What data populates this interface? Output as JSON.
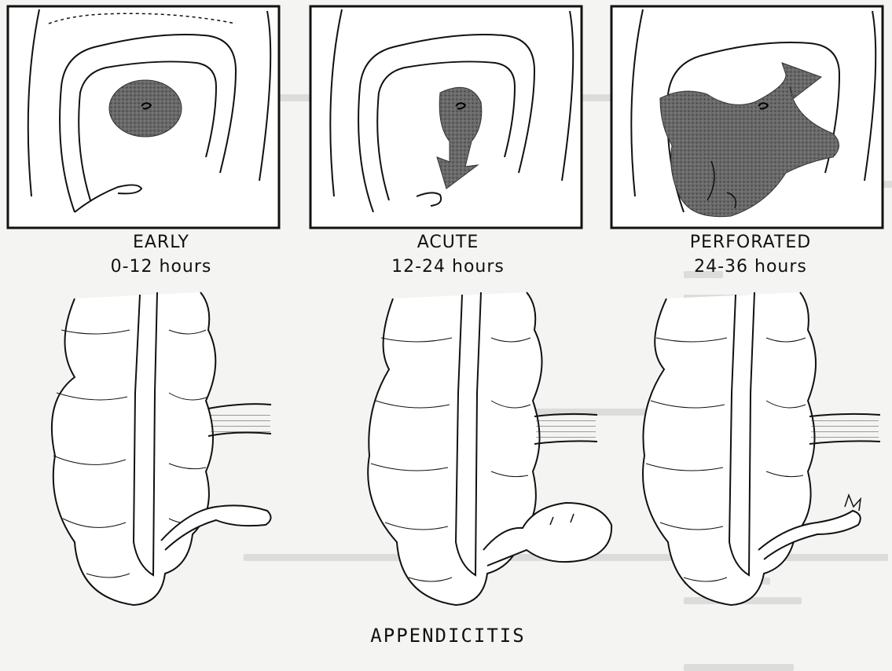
{
  "stages": [
    {
      "title": "EARLY",
      "hours": "0-12 hours"
    },
    {
      "title": "ACUTE",
      "hours": "12-24 hours"
    },
    {
      "title": "PERFORATED",
      "hours": "24-36 hours"
    }
  ],
  "caption": "APPENDICITIS",
  "colors": {
    "ink": "#111111",
    "paper": "#f4f4f2",
    "shade": "#555555"
  }
}
